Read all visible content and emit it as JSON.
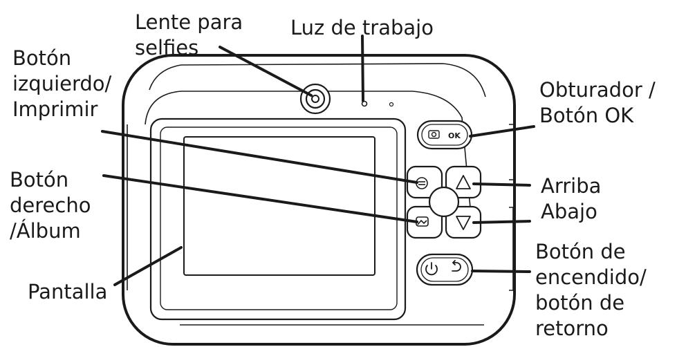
{
  "labels": {
    "selfie_lens": [
      "Lente para",
      "selfies"
    ],
    "work_light": [
      "Luz de trabajo"
    ],
    "left_button": [
      "Botón",
      "izquierdo/",
      "Imprimir"
    ],
    "right_button": [
      "Botón",
      "derecho",
      "/Álbum"
    ],
    "screen": [
      "Pantalla"
    ],
    "shutter": [
      "Obturador /",
      "Botón OK"
    ],
    "up": [
      "Arriba"
    ],
    "down": [
      "Abajo"
    ],
    "power": [
      "Botón de",
      "encendido/",
      "botón de",
      "retorno"
    ]
  },
  "button_glyphs": {
    "ok": "OK"
  },
  "colors": {
    "line": "#1a1a1a",
    "text": "#1a1a1a",
    "device_fill": "#ffffff"
  },
  "icons": [
    "camera-lens-icon",
    "work-light-icon",
    "power-icon",
    "print-icon",
    "album-icon",
    "up-arrow-icon",
    "down-arrow-icon"
  ]
}
